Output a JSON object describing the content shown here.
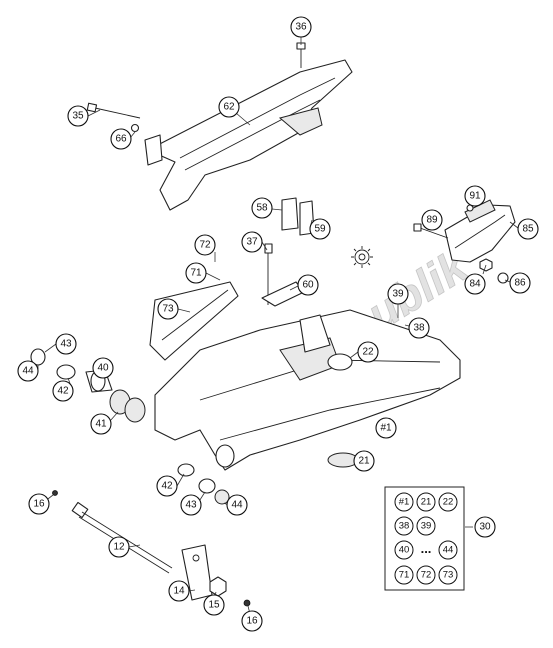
{
  "watermark": {
    "text": "PartsRepublik"
  },
  "callouts": {
    "c36": "36",
    "c35": "35",
    "c62": "62",
    "c66": "66",
    "c91": "91",
    "c89": "89",
    "c85": "85",
    "c84": "84",
    "c86": "86",
    "c58": "58",
    "c59": "59",
    "c72": "72",
    "c37": "37",
    "c71": "71",
    "c60": "60",
    "c73": "73",
    "c39": "39",
    "c38": "38",
    "c22": "22",
    "c43a": "43",
    "c44a": "44",
    "c40": "40",
    "c42a": "42",
    "c41": "41",
    "c1": "#1",
    "c21": "21",
    "c42b": "42",
    "c43b": "43",
    "c44b": "44",
    "c16a": "16",
    "c12": "12",
    "c14": "14",
    "c15": "15",
    "c16b": "16",
    "c30": "30"
  },
  "kit": {
    "items": [
      "#1",
      "21",
      "22",
      "38",
      "39",
      "40",
      "44",
      "71",
      "72",
      "73"
    ],
    "ellipsis": "..."
  }
}
